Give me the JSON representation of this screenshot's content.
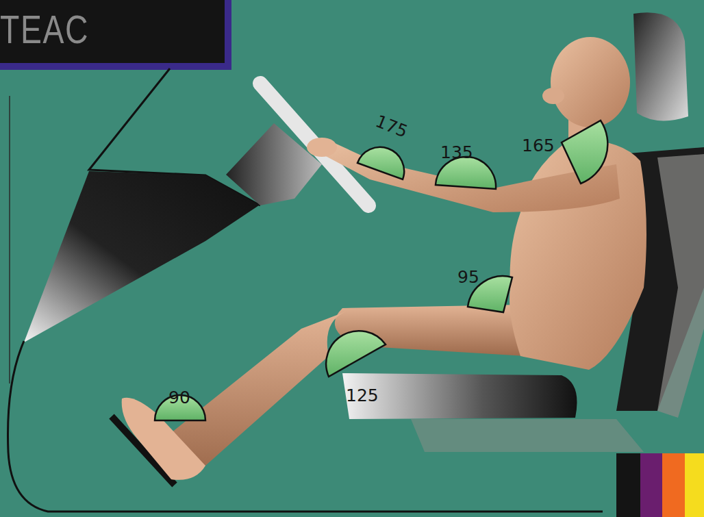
{
  "diagram": {
    "labels": [
      "TEAC",
      "175",
      "135",
      "165",
      "95",
      "125",
      "90"
    ]
  }
}
